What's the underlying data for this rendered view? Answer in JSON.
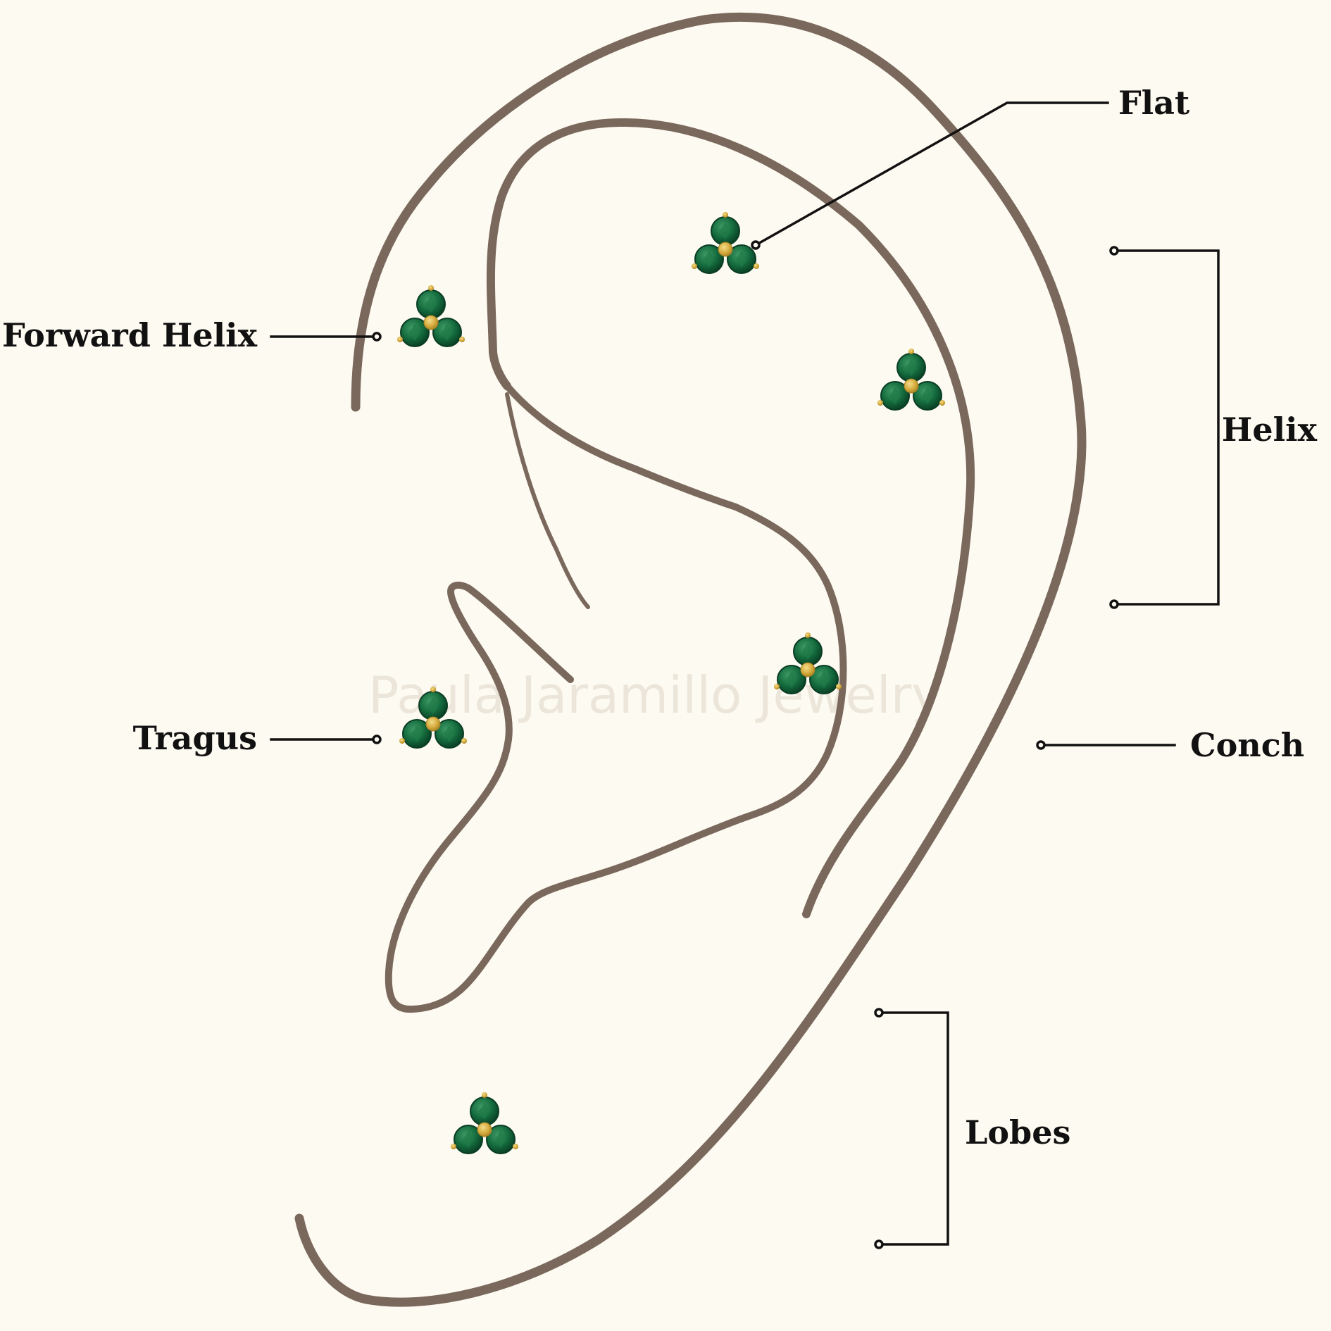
{
  "labels": {
    "flat": "Flat",
    "forward_helix": "Forward Helix",
    "helix": "Helix",
    "tragus": "Tragus",
    "conch": "Conch",
    "lobes": "Lobes"
  },
  "watermark": "Paula Jaramillo Jewelry",
  "colors": {
    "background": "#fdfaf1",
    "ear_outline": "#7a685c",
    "leader_line": "#111111",
    "label_text": "#111111",
    "gem": "#0f5a34",
    "gem_highlight": "#2f8a57",
    "gold": "#d4aa3c",
    "watermark": "#ece6da"
  },
  "icons": {
    "stud": "trinity-emerald-stud-icon"
  }
}
